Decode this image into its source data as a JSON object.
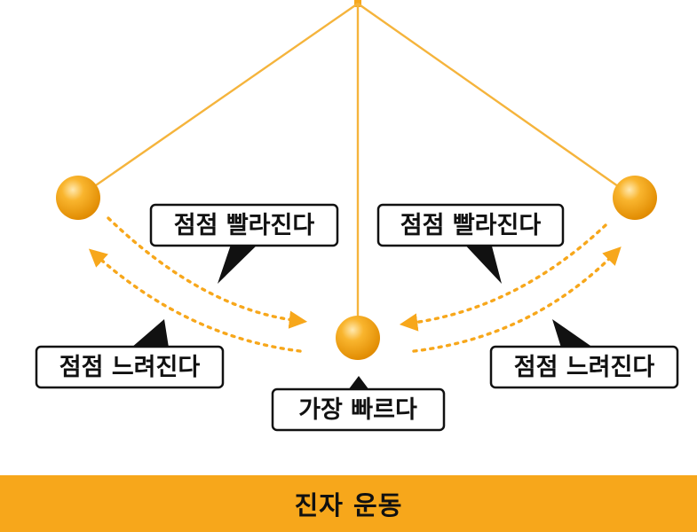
{
  "labels": {
    "faster_left": "점점 빨라진다",
    "faster_right": "점점 빨라진다",
    "slower_left": "점점 느려진다",
    "slower_right": "점점 느려진다",
    "fastest": "가장 빠르다"
  },
  "footer": {
    "title": "진자 운동"
  },
  "colors": {
    "accent": "#F7A71B",
    "string": "#F5B43C",
    "ball_light": "#FFE9B0",
    "ball_dark": "#E08A00",
    "callout_border": "#111111",
    "callout_fill": "#ffffff",
    "pointer": "#111111"
  }
}
